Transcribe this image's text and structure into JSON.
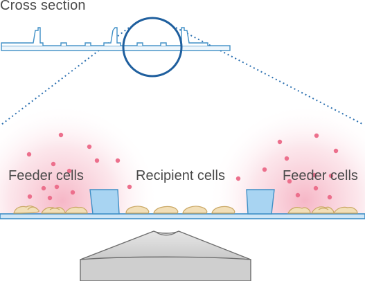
{
  "diagram": {
    "title": "Cross section",
    "labels": {
      "feeder_left": "Feeder cells",
      "recipient": "Recipient cells",
      "feeder_right": "Feeder cells"
    },
    "colors": {
      "outline": "#3f8fc6",
      "well_fill": "#eef6fc",
      "zoom_circle": "#1f5f9e",
      "dotted_line": "#2a6fb0",
      "glow": "#f08aa3",
      "particle": "#ec6f8c",
      "membrane_fill": "#cfe6f6",
      "insert_fill": "#a8d4f2",
      "cell_fill": "#f2dfb8",
      "cell_stroke": "#caa865",
      "lens_fill": "#d8d8d8",
      "lens_stroke": "#6e6e6e",
      "text": "#4a4a4a"
    }
  }
}
